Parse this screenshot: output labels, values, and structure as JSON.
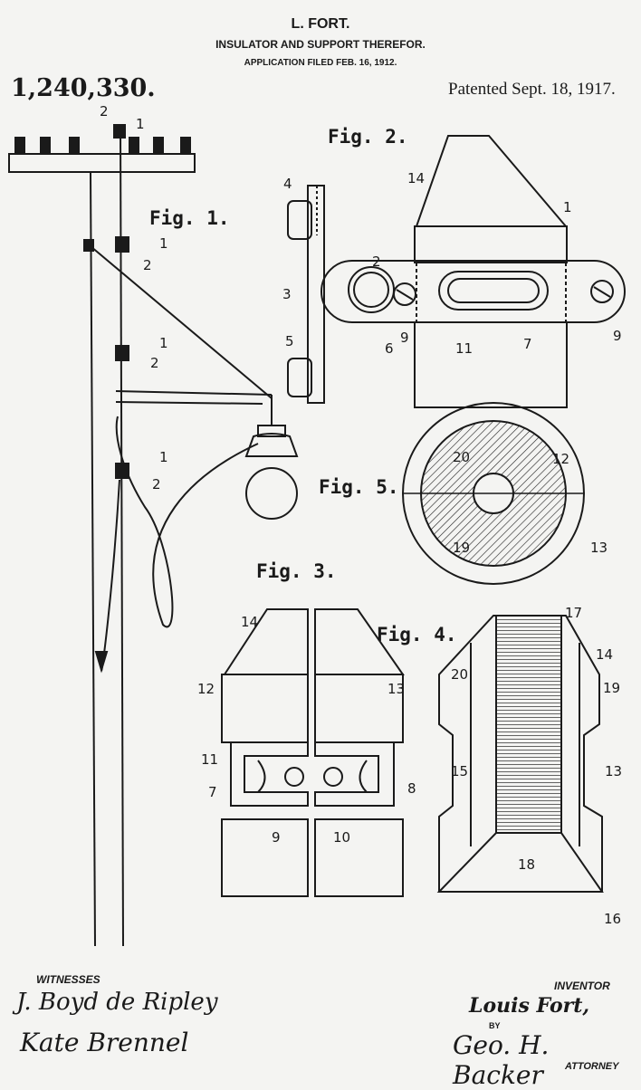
{
  "header": {
    "inventor_name": "L. FORT.",
    "title": "INSULATOR AND SUPPORT THEREFOR.",
    "application": "APPLICATION FILED FEB. 16, 1912.",
    "patent_number": "1,240,330.",
    "patented": "Patented Sept. 18, 1917."
  },
  "figures": {
    "fig1": {
      "label": "Fig. 1.",
      "numerals": [
        "2",
        "1",
        "1",
        "2",
        "1",
        "2",
        "1",
        "2"
      ]
    },
    "fig2": {
      "label": "Fig. 2.",
      "numerals": [
        "4",
        "3",
        "5",
        "14",
        "1",
        "2",
        "6",
        "9",
        "11",
        "7",
        "9"
      ]
    },
    "fig3": {
      "label": "Fig. 3.",
      "numerals": [
        "14",
        "12",
        "13",
        "11",
        "7",
        "8",
        "9",
        "10"
      ]
    },
    "fig4": {
      "label": "Fig. 4.",
      "numerals": [
        "17",
        "14",
        "19",
        "20",
        "15",
        "13",
        "18",
        "16"
      ]
    },
    "fig5": {
      "label": "Fig. 5.",
      "numerals": [
        "20",
        "12",
        "19",
        "13"
      ]
    }
  },
  "footer": {
    "witnesses_label": "WITNESSES",
    "witness_1": "J. Boyd de Ripley",
    "witness_2": "Kate Brennel",
    "inventor_label": "INVENTOR",
    "inventor_signature": "Louis Fort,",
    "by_label": "BY",
    "attorney_signature": "Geo. H. Backer",
    "attorney_label": "ATTORNEY"
  }
}
